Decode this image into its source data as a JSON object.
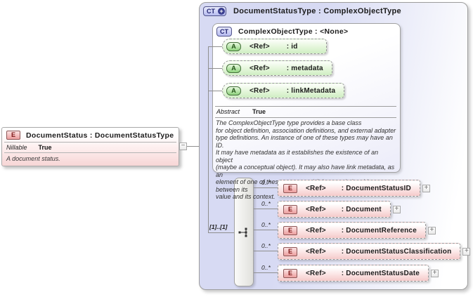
{
  "diagram": {
    "element_box": {
      "badge": "E",
      "title": "DocumentStatus : DocumentStatusType",
      "property_label": "Nillable",
      "property_value": "True",
      "annotation": "A document status.",
      "collapse_glyph": "−"
    },
    "type_panel": {
      "badge": "CT",
      "badge_plus": "+",
      "title": "DocumentStatusType : ComplexObjectType",
      "base_type_box": {
        "badge": "CT",
        "title": "ComplexObjectType : <None>",
        "attributes": [
          {
            "badge": "A",
            "ref": "<Ref>",
            "name": ": id"
          },
          {
            "badge": "A",
            "ref": "<Ref>",
            "name": ": metadata"
          },
          {
            "badge": "A",
            "ref": "<Ref>",
            "name": ": linkMetadata"
          }
        ],
        "property_label": "Abstract",
        "property_value": "True",
        "annotation": "The ComplexObjectType type provides a base class\nfor object definition, association definitions, and external adapter\ntype definitions. An instance of one of these types may have an ID.\nIt may have metadata as it establishes the existence of an object\n(maybe a conceptual object). It may also have link metadata, as an\nelement of one of these types establishes a relationship between its\nvalue and its context."
      },
      "sequence": {
        "cardinality": "[1]..[1]",
        "elements": [
          {
            "badge": "E",
            "occurs": "0..*",
            "ref": "<Ref>",
            "name": ": DocumentStatusID",
            "expand_glyph": "+"
          },
          {
            "badge": "E",
            "occurs": "0..*",
            "ref": "<Ref>",
            "name": ": Document",
            "expand_glyph": "+"
          },
          {
            "badge": "E",
            "occurs": "0..*",
            "ref": "<Ref>",
            "name": ": DocumentReference",
            "expand_glyph": "+"
          },
          {
            "badge": "E",
            "occurs": "0..*",
            "ref": "<Ref>",
            "name": ": DocumentStatusClassification",
            "expand_glyph": "+"
          },
          {
            "badge": "E",
            "occurs": "0..*",
            "ref": "<Ref>",
            "name": ": DocumentStatusDate",
            "expand_glyph": "+"
          }
        ]
      }
    },
    "colors": {
      "panel_lavender": "#d7daf3",
      "element_pink": "#f5caca",
      "attribute_green": "#cfeec3",
      "badge_ct_blue": "#b6bbf0",
      "connector_gray": "#8f8f8f"
    }
  }
}
